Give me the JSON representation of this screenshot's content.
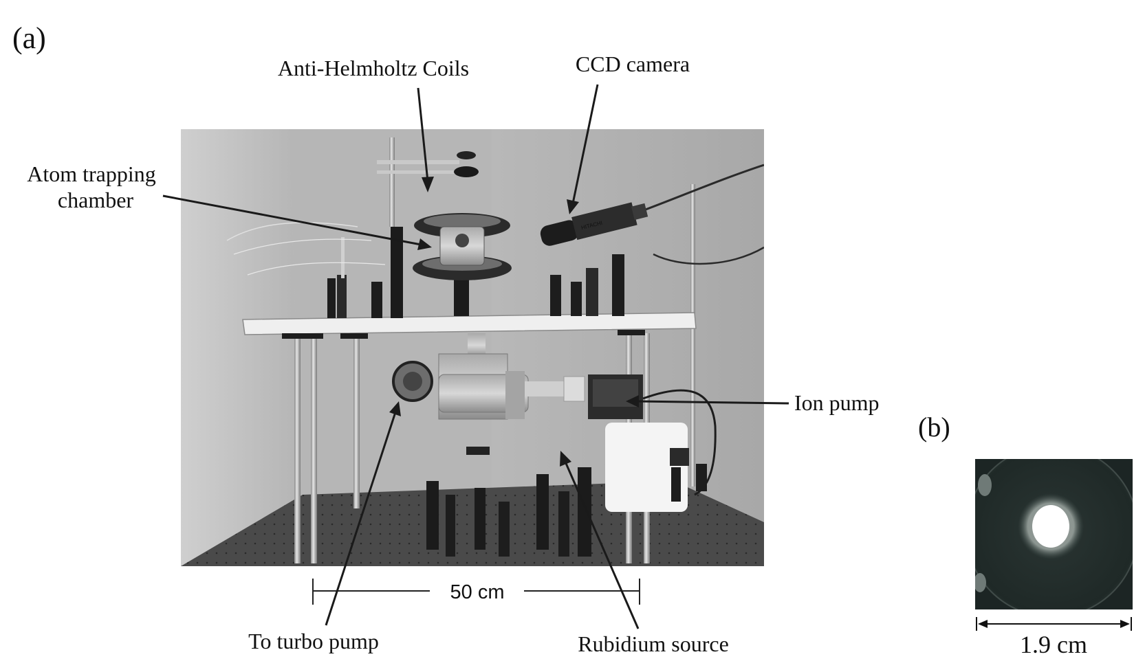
{
  "panels": {
    "a": {
      "label": "(a)",
      "labels": {
        "coils": "Anti-Helmholtz Coils",
        "ccd": "CCD camera",
        "atom_line1": "Atom trapping",
        "atom_line2": "chamber",
        "ion_pump": "Ion pump",
        "turbo": "To turbo pump",
        "rubidium": "Rubidium source"
      },
      "scale_bar": "50 cm",
      "camera_brand": "HITACHI"
    },
    "b": {
      "label": "(b)",
      "scale_bar": "1.9 cm"
    }
  },
  "colors": {
    "photo_bg": "#bdbdbd",
    "tabletop": "#efefef",
    "optical_table": "#4a4a4a",
    "mot_bg": "#1c2524",
    "mot_glow": "#ffffff"
  }
}
